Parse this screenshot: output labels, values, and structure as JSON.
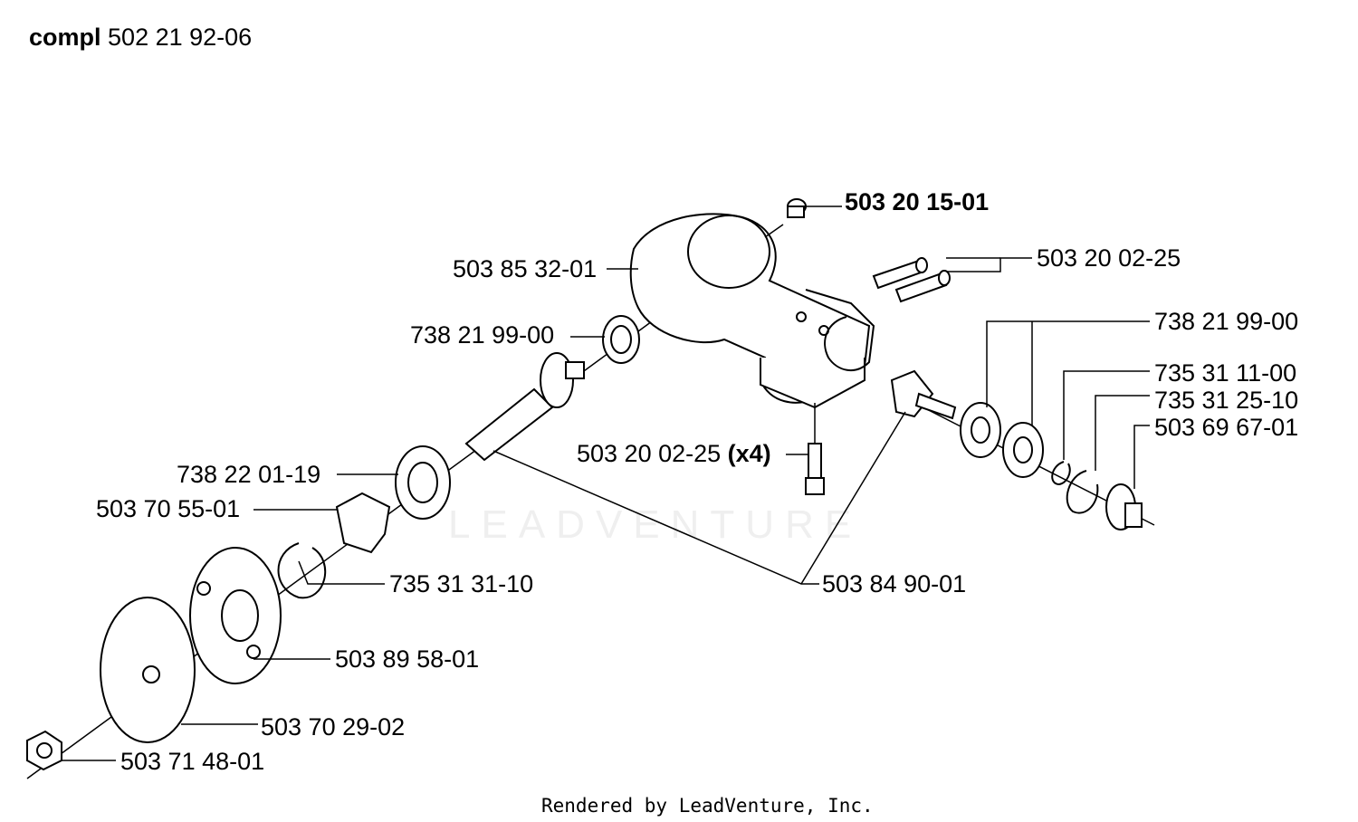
{
  "header": {
    "prefix": "compl",
    "number": "502 21 92-06"
  },
  "watermark": "LEADVENTURE",
  "footer": "Rendered by LeadVenture, Inc.",
  "callouts": {
    "c1": "503 20 15-01",
    "c2": "503 85 32-01",
    "c3": "503 20 02-25",
    "c4": "738 21 99-00",
    "c5": "738 21 99-00",
    "c6": "735 31 11-00",
    "c7": "735 31 25-10",
    "c8": "503 69 67-01",
    "c9_num": "503 20 02-25",
    "c9_qty": "(x4)",
    "c10": "738 22 01-19",
    "c11": "503 70 55-01",
    "c12": "735 31 31-10",
    "c13": "503 84 90-01",
    "c14": "503 89 58-01",
    "c15": "503 70 29-02",
    "c16": "503 71 48-01"
  }
}
